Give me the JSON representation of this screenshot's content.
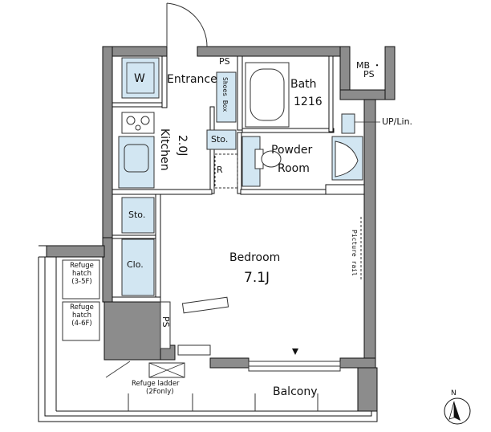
{
  "colors": {
    "wall": "#8c8c8c",
    "wall_dark": "#6e6e6e",
    "line": "#111111",
    "fixture": "#d2e6f2",
    "fixture_stroke": "#4a4a4a",
    "floor": "#ffffff"
  },
  "rooms": {
    "entrance": "Entrance",
    "shoes_box": "Shoes Box",
    "ps_top": "PS",
    "bath": "Bath",
    "bath_size": "1216",
    "mb_ps": "MB ・\nPS",
    "up_lin": "UP/Lin.",
    "kitchen": "Kitchen",
    "kitchen_size": "2.0J",
    "sto_small": "Sto.",
    "refrigerator": "R",
    "powder_room_line1": "Powder",
    "powder_room_line2": "Room",
    "sto_left": "Sto.",
    "clo": "Clo.",
    "bedroom": "Bedroom",
    "bedroom_size": "7.1J",
    "picture_rail": "Picture rail",
    "ps_left": "PS",
    "balcony": "Balcony",
    "washer": "W",
    "refuge_hatch_1_line1": "Refuge",
    "refuge_hatch_1_line2": "hatch",
    "refuge_hatch_1_line3": "(3-5F)",
    "refuge_hatch_2_line1": "Refuge",
    "refuge_hatch_2_line2": "hatch",
    "refuge_hatch_2_line3": "(4-6F)",
    "refuge_ladder_line1": "Refuge ladder",
    "refuge_ladder_line2": "(2Fonly)"
  },
  "compass": {
    "label": "N"
  }
}
